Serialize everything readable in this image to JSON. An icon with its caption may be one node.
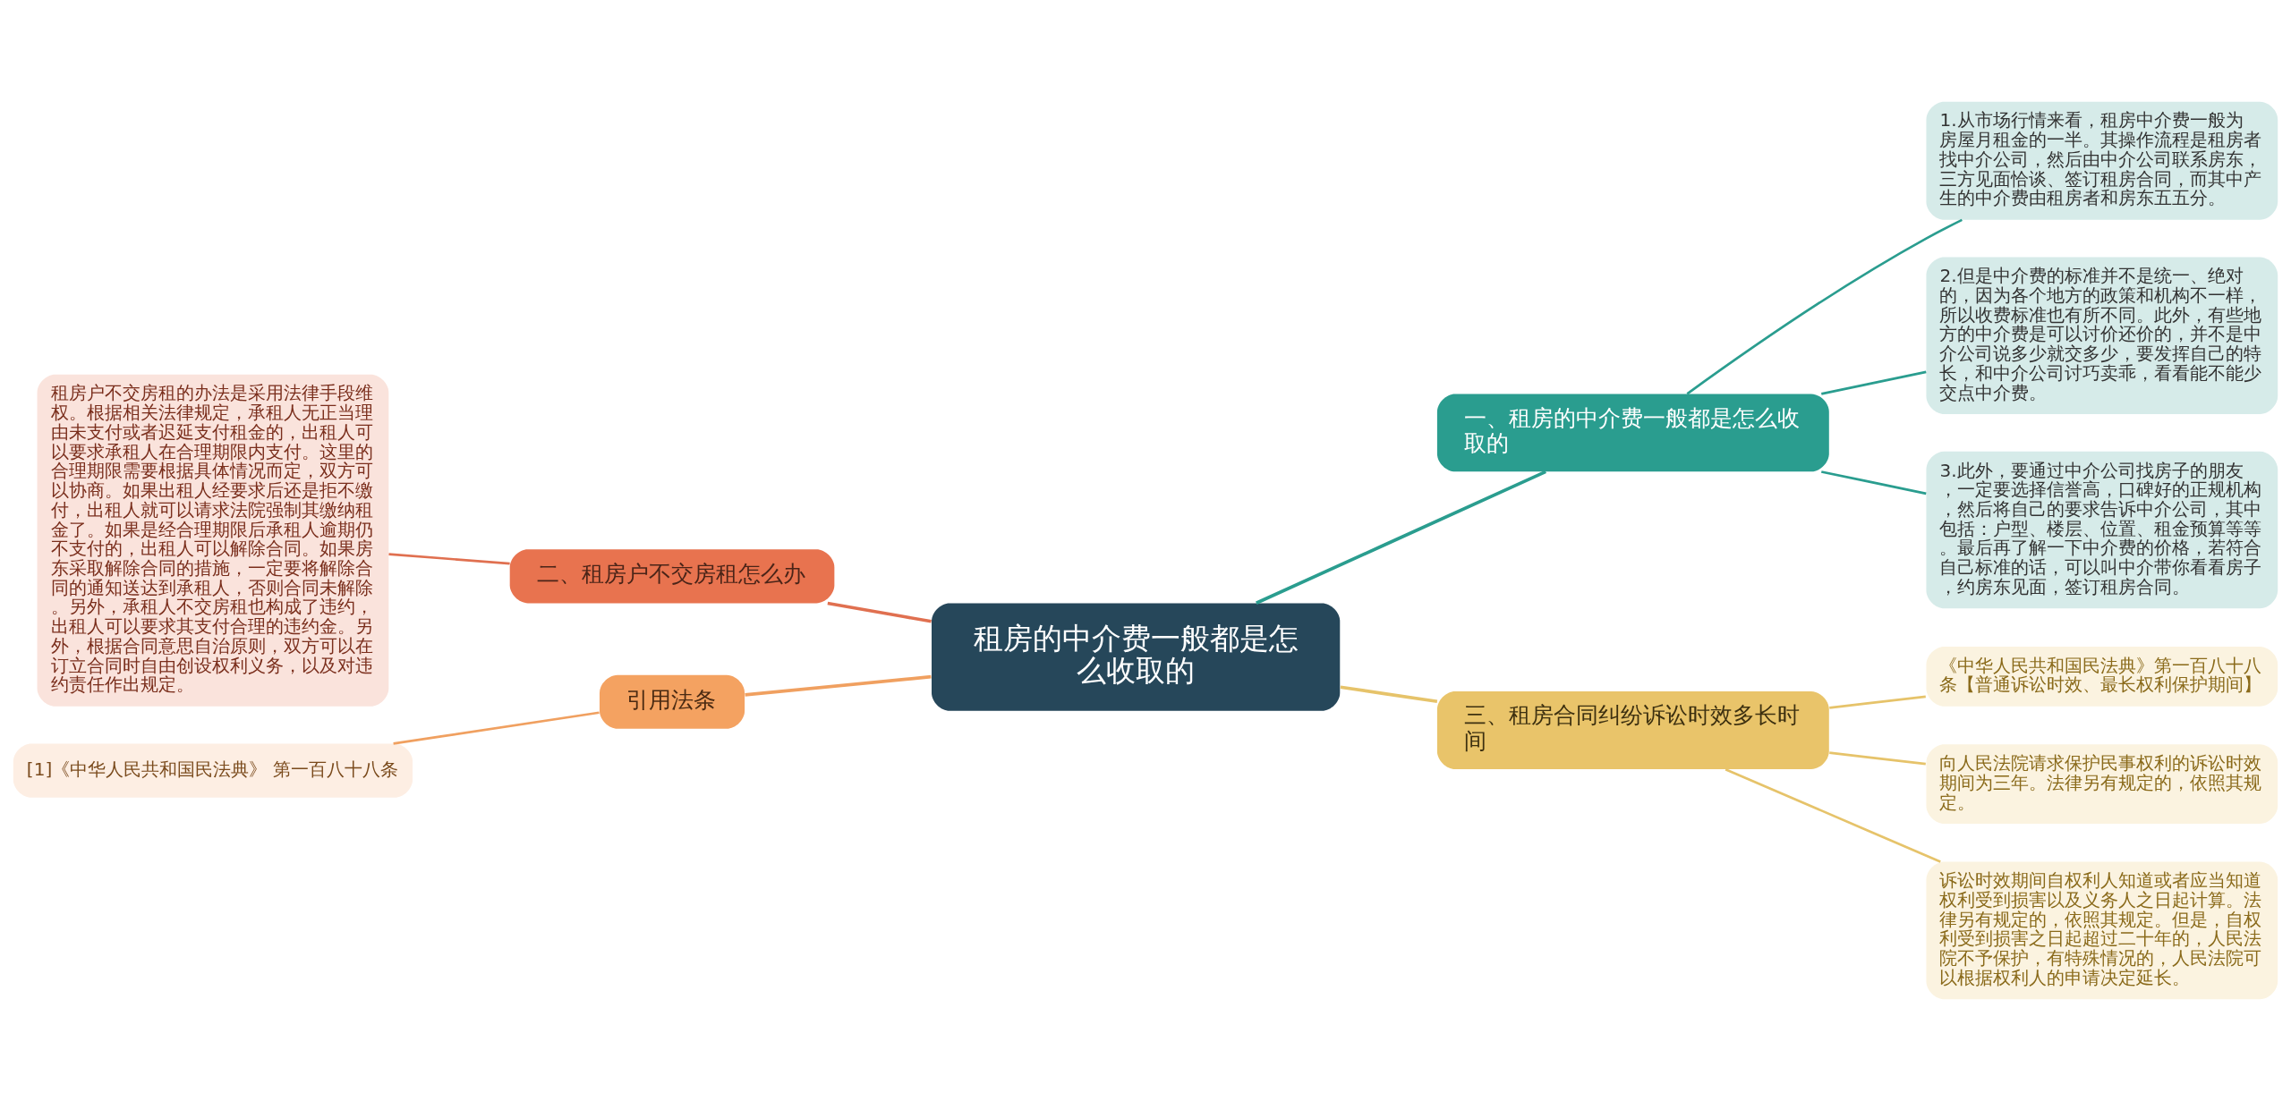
{
  "diagram": {
    "nodes": [
      {
        "text": [
          "租房的中介费一般都是怎么收取的"
        ]
      },
      {
        "text": [
          "一、租房的中介费一般都是怎么收取的"
        ]
      },
      {
        "text": [
          "1.从市场行情来看，租房中介费一般为房屋月租金的一半。其操作流程是租房者找中介公司，然后由中介公司联系房东，三方见面恰谈、签订租房合同，而其中产生的中介费由租房者和房东五五分。"
        ]
      },
      {
        "text": [
          "2.但是中介费的标准并不是统一、绝对的，因为各个地方的政策和机构不一样，所以收费标准也有所不同。此外，有些地方的中介费是可以讨价还价的，并不是中介公司说多少就交多少，要发挥自己的特长，和中介公司讨巧卖乖，看看能不能少交点中介费。"
        ]
      },
      {
        "text": [
          "3.此外，要通过中介公司找房子的朋友，一定要选择信誉高，口碑好的正规机构，然后将自己的要求告诉中介公司，其中包括：户型、楼层、位置、租金预算等等。最后再了解一下中介费的价格，若符合自己标准的话，可以叫中介带你看看房子，约房东见面，签订租房合同。"
        ]
      },
      {
        "text": [
          "二、租房户不交房租怎么办"
        ]
      },
      {
        "text": [
          "租房户不交房租的办法是采用法律手段维权。根据相关法律规定，承租人无正当理由未支付或者迟延支付租金的，出租人可以要求承租人在合理期限内支付。这里的合理期限需要根据具体情况而定，双方可以协商。如果出租人经要求后还是拒不缴付，出租人就可以请求法院强制其缴纳租金了。如果是经合理期限后承租人逾期仍不支付的，出租人可以解除合同。如果房东采取解除合同的措施，一定要将解除合同的通知送达到承租人，否则合同未解除。另外，承租人不交房租也构成了违约，出租人可以要求其支付合理的违约金。另外，根据合同意思自治原则，双方可以在订立合同时自由创设权利义务，以及对违约责任作出规定。"
        ]
      },
      {
        "text": [
          "引用法条"
        ]
      },
      {
        "text": [
          "[1]《中华人民共和国民法典》 第一百八十八条"
        ]
      },
      {
        "text": [
          "三、租房合同纠纷诉讼时效多长时间"
        ]
      },
      {
        "text": [
          "《中华人民共和国民法典》第一百八十八条【普通诉讼时效、最长权利保护期间】"
        ]
      },
      {
        "text": [
          "向人民法院请求保护民事权利的诉讼时效期间为三年。法律另有规定的，依照其规定。"
        ]
      },
      {
        "text": [
          "诉讼时效期间自权利人知道或者应当知道权利受到损害以及义务人之日起计算。法律另有规定的，依照其规定。但是，自权利受到损害之日起超过二十年的，人民法院不予保护，有特殊情况的，人民法院可以根据权利人的申请决定延长。"
        ]
      }
    ],
    "edges": [
      {
        "from": 0,
        "to": 1,
        "arrow": "none",
        "color": "#2a9d8f"
      },
      {
        "from": 1,
        "to": 2,
        "arrow": "none",
        "color": "#2a9d8f"
      },
      {
        "from": 1,
        "to": 3,
        "arrow": "none",
        "color": "#2a9d8f"
      },
      {
        "from": 1,
        "to": 4,
        "arrow": "none",
        "color": "#2a9d8f"
      },
      {
        "from": 0,
        "to": 5,
        "arrow": "none",
        "color": "#e07050"
      },
      {
        "from": 5,
        "to": 6,
        "arrow": "none",
        "color": "#e07050"
      },
      {
        "from": 0,
        "to": 7,
        "arrow": "none",
        "color": "#f0a060"
      },
      {
        "from": 7,
        "to": 8,
        "arrow": "none",
        "color": "#f0a060"
      },
      {
        "from": 0,
        "to": 9,
        "arrow": "none",
        "color": "#e6c36a"
      },
      {
        "from": 9,
        "to": 10,
        "arrow": "none",
        "color": "#e6c36a"
      },
      {
        "from": 9,
        "to": 11,
        "arrow": "none",
        "color": "#e6c36a"
      },
      {
        "from": 9,
        "to": 12,
        "arrow": "none",
        "color": "#e6c36a"
      }
    ]
  }
}
